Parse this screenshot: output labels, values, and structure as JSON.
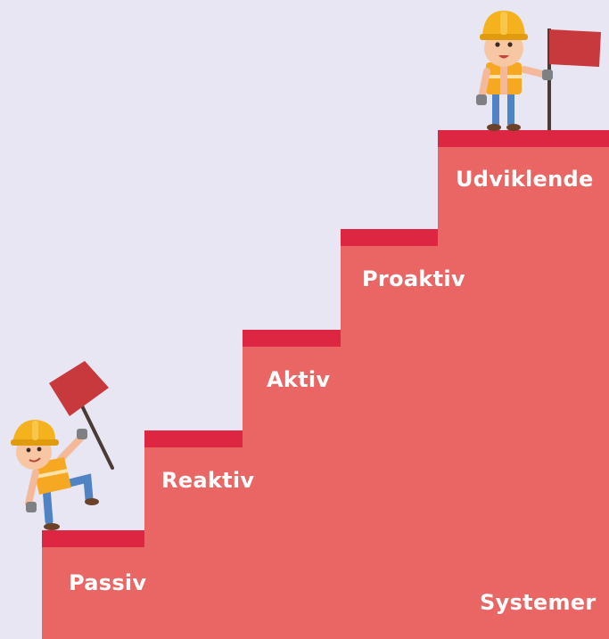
{
  "steps": [
    {
      "label": "Passiv"
    },
    {
      "label": "Reaktiv"
    },
    {
      "label": "Aktiv"
    },
    {
      "label": "Proaktiv"
    },
    {
      "label": "Udviklende"
    }
  ],
  "footer_label": "Systemer",
  "colors": {
    "background": "#e7e6f2",
    "step_fill": "#e96664",
    "step_cap": "#dd2742",
    "flag": "#c8393d",
    "helmet": "#f5b21f",
    "vest": "#f7a823"
  },
  "icons": [
    "worker-climbing-icon",
    "worker-flag-top-icon"
  ]
}
